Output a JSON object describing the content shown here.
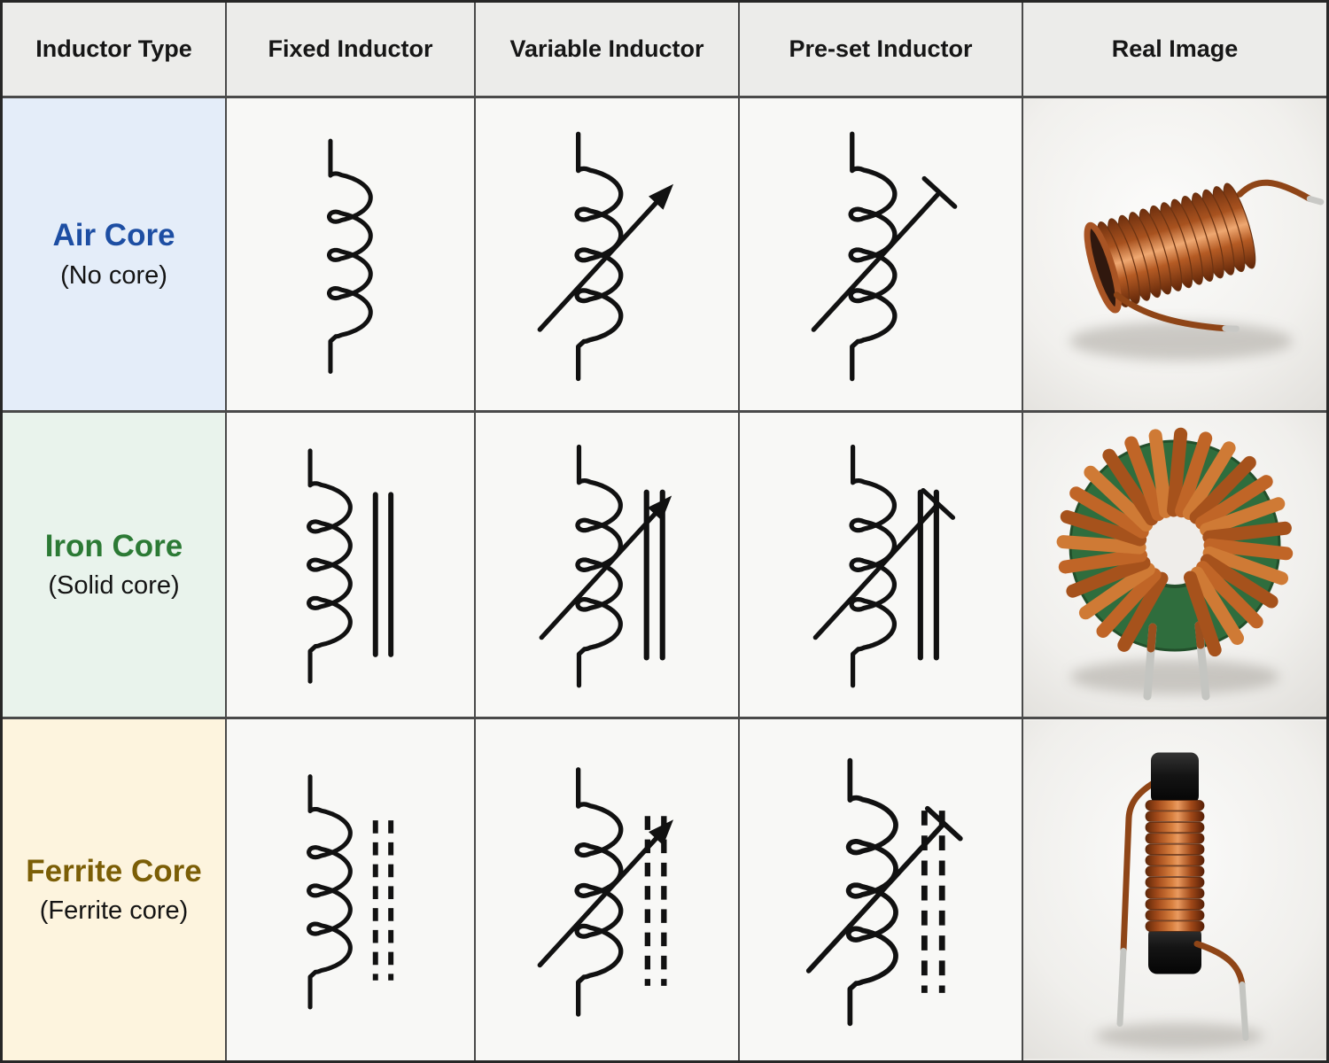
{
  "header": {
    "columns": [
      "Inductor Type",
      "Fixed Inductor",
      "Variable Inductor",
      "Pre-set Inductor",
      "Real Image"
    ]
  },
  "rows": [
    {
      "id": "air",
      "title": "Air Core",
      "subtitle": "(No core)",
      "title_color": "#1d4ea3",
      "bg_color": "#e4edf9",
      "core_lines": "none",
      "real_image": "air core copper coil inductor photo"
    },
    {
      "id": "iron",
      "title": "Iron Core",
      "subtitle": "(Solid core)",
      "title_color": "#2c7a35",
      "bg_color": "#e9f3ec",
      "core_lines": "solid",
      "real_image": "toroidal iron core inductor with copper winding photo"
    },
    {
      "id": "ferrite",
      "title": "Ferrite Core",
      "subtitle": "(Ferrite core)",
      "title_color": "#7b5e06",
      "bg_color": "#fdf4de",
      "core_lines": "dashed",
      "real_image": "ferrite rod inductor with copper winding photo"
    }
  ],
  "symbol_columns": [
    {
      "key": "fixed",
      "adjuster": "none"
    },
    {
      "key": "variable",
      "adjuster": "arrow"
    },
    {
      "key": "preset",
      "adjuster": "tbar"
    }
  ],
  "colors": {
    "symbol_stroke": "#111111",
    "grid_border": "#4a4a4a",
    "outer_border": "#272727",
    "header_bg": "#ececea",
    "cell_bg": "#f8f8f6",
    "copper": "#b5602a",
    "core_green": "#2f6d3d",
    "lead_silver": "#c4c5c1"
  }
}
